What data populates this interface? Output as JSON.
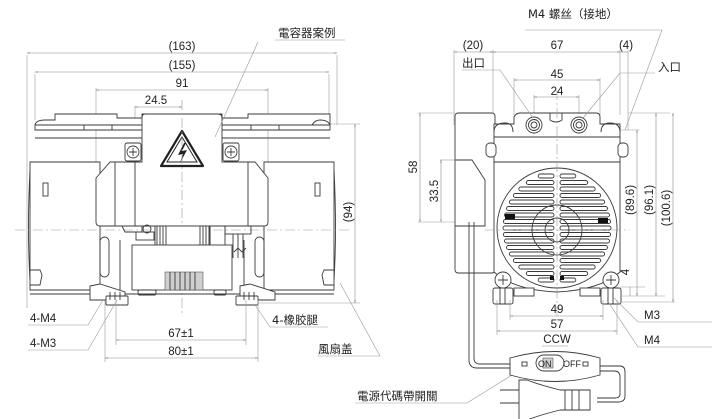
{
  "front_view": {
    "dims": {
      "overall_total": "(163)",
      "overall_body": "(155)",
      "inner_span": "91",
      "label_offset": "24.5",
      "height": "(94)",
      "mount_inner": "67±1",
      "mount_outer": "80±1"
    },
    "callouts": {
      "warning_label": "電容器案例",
      "thread_m4": "4-M4",
      "thread_m3": "4-M3",
      "rubber_feet": "4-橡胶腿",
      "fan_cover": "風扇盖",
      "power_cord_switch": "電源代碼帶開關"
    },
    "warning_symbol": "high-voltage"
  },
  "side_view": {
    "dims": {
      "left_offset": "(20)",
      "width_top": "67",
      "right_offset": "(4)",
      "port_span": "45",
      "port_center": "24",
      "height_58": "58",
      "height_33_5": "33.5",
      "h_89_6": "(89.6)",
      "h_96_1": "(96.1)",
      "h_100_6": "(100.6)",
      "foot_height": "4",
      "mount_inner": "49",
      "mount_outer": "57",
      "rotation": "CCW"
    },
    "callouts": {
      "ground_screw": "M4 螺丝（接地）",
      "outlet": "出口",
      "inlet": "入口",
      "thread_m3": "M3",
      "thread_m4": "M4"
    },
    "switch": {
      "on_label": "ON",
      "off_label": "OFF"
    }
  }
}
